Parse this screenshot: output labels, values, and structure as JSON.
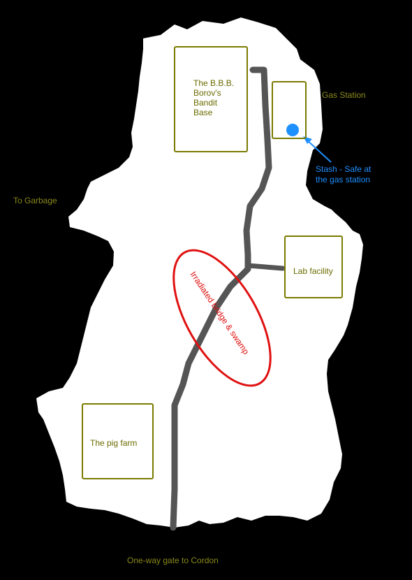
{
  "colors": {
    "background": "#000000",
    "land": "#ffffff",
    "road": "#555555",
    "building_border": "#7a7a00",
    "label_text": "#6b6b00",
    "outside_label": "#8a8a1a",
    "hazard": "#e01010",
    "stash": "#1e90ff"
  },
  "buildings": {
    "bandit_base": {
      "lines": [
        "The B.B.B.",
        "Borov's",
        "Bandit",
        "Base"
      ]
    },
    "gas_station": {
      "label": "Gas Station"
    },
    "lab": {
      "label": "Lab facility"
    },
    "pig_farm": {
      "label": "The pig farm"
    }
  },
  "hazard": {
    "label": "Irradiated bridge & swamp"
  },
  "stash": {
    "icon": "stash-marker-icon",
    "lines": [
      "Stash - Safe at",
      "the gas station"
    ]
  },
  "exits": {
    "garbage": "To Garbage",
    "cordon": "One-way gate to Cordon"
  }
}
